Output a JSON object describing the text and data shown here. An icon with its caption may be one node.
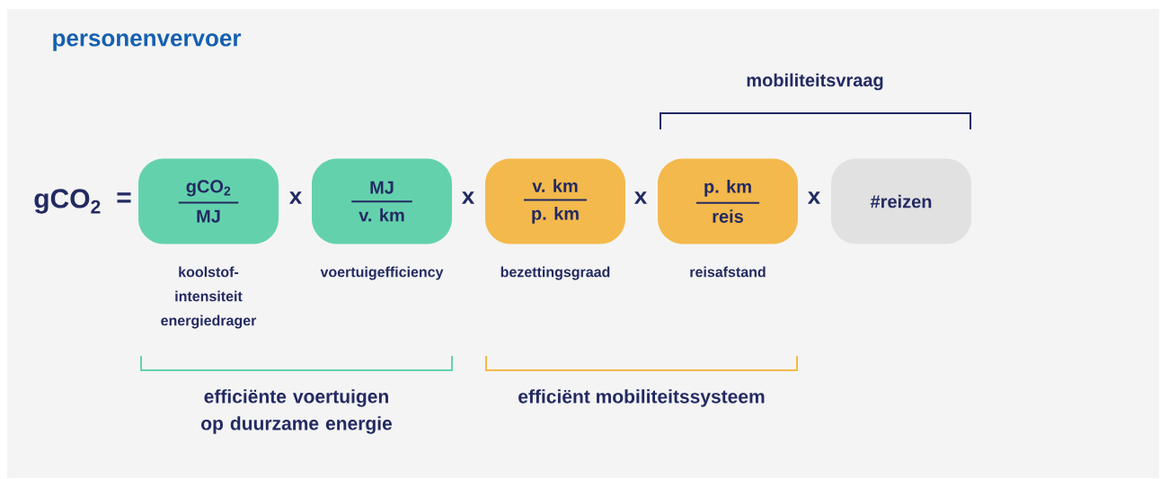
{
  "diagram": {
    "title": "personenvervoer",
    "nodes": [
      {
        "text": [
          "gCO$_{2}$",
          "MJ"
        ],
        "beside": [
          "koolstof-intensiteit energiedrager"
        ]
      },
      {
        "text": [
          "MJ",
          "v. km"
        ],
        "beside": [
          "voertuigefficiency"
        ]
      },
      {
        "text": [
          "v. km",
          "p. km"
        ],
        "beside": [
          "bezettingsgraad"
        ]
      },
      {
        "text": [
          "p. km",
          "reis"
        ],
        "beside": [
          "reisafstand"
        ]
      },
      {
        "text": [
          "#reizen"
        ]
      }
    ],
    "labels": [
      "gCO$_{2}$",
      "=",
      "x",
      "x",
      "x",
      "x",
      "mobiliteitsvraag",
      "efficiënte voertuigen op duurzame energie",
      "efficiënt mobiliteitssysteem"
    ]
  }
}
